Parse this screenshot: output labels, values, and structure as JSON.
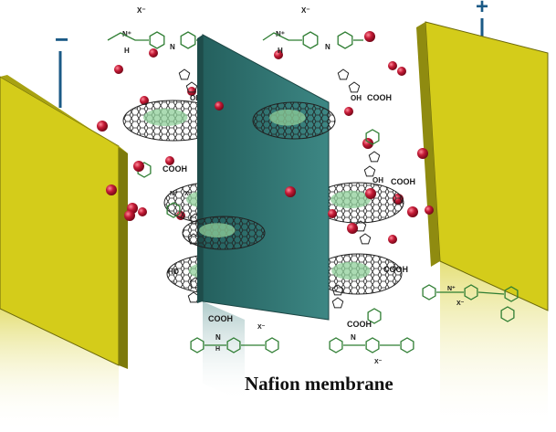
{
  "membrane_label": "Nafion membrane",
  "anode_sign": "+",
  "cathode_sign": "−",
  "chem_labels": {
    "cooh": "COOH",
    "oh": "OH",
    "ho": "HO",
    "h": "H",
    "nh": "N",
    "anion": "X⁻",
    "cation_n": "N⁺"
  },
  "colors": {
    "electrode": "#d4cc1a",
    "electrode_dark": "#7d7a0c",
    "membrane": "#2f6f6d",
    "polymer": "#2e7d32",
    "sheet": "#222222",
    "ion": "#b3132b",
    "wire": "#1b5a86"
  }
}
